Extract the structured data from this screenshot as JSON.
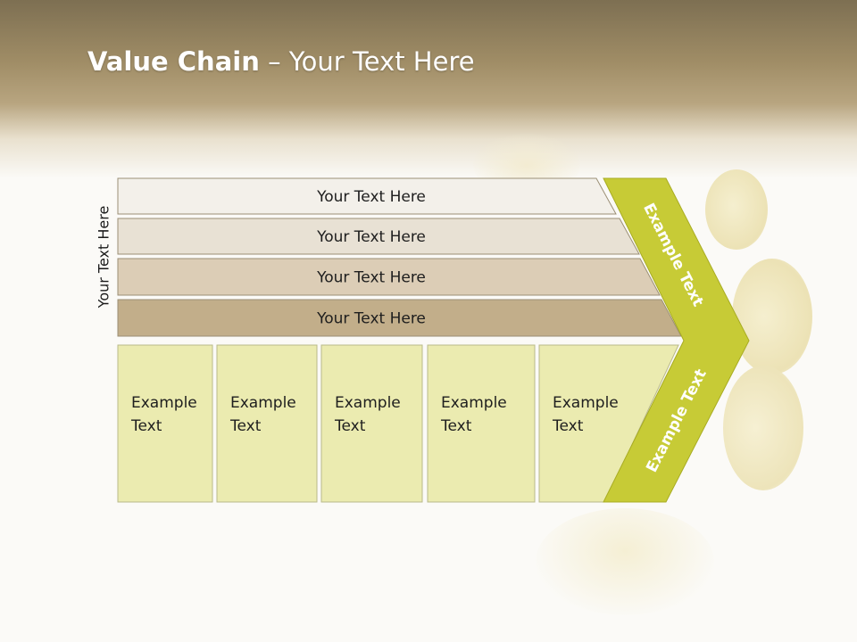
{
  "slide": {
    "title_bold": "Value Chain",
    "title_rest": " – Your Text Here",
    "side_label": "Your Text Here"
  },
  "rows": [
    {
      "label": "Your Text Here",
      "color": "#f3f0ea"
    },
    {
      "label": "Your Text Here",
      "color": "#e8e1d4"
    },
    {
      "label": "Your Text Here",
      "color": "#dccdb6"
    },
    {
      "label": "Your Text Here",
      "color": "#c2ae8a"
    }
  ],
  "boxes": [
    {
      "line1": "Example",
      "line2": "Text"
    },
    {
      "line1": "Example",
      "line2": "Text"
    },
    {
      "line1": "Example",
      "line2": "Text"
    },
    {
      "line1": "Example",
      "line2": "Text"
    },
    {
      "line1": "Example",
      "line2": "Text"
    }
  ],
  "chevron": {
    "top_text": "Example Text",
    "bottom_text": "Example Text",
    "color": "#c7cb36"
  },
  "colors": {
    "box_fill": "#ebebb0",
    "box_border": "#b9b98a",
    "row_border": "#9b8f75"
  }
}
